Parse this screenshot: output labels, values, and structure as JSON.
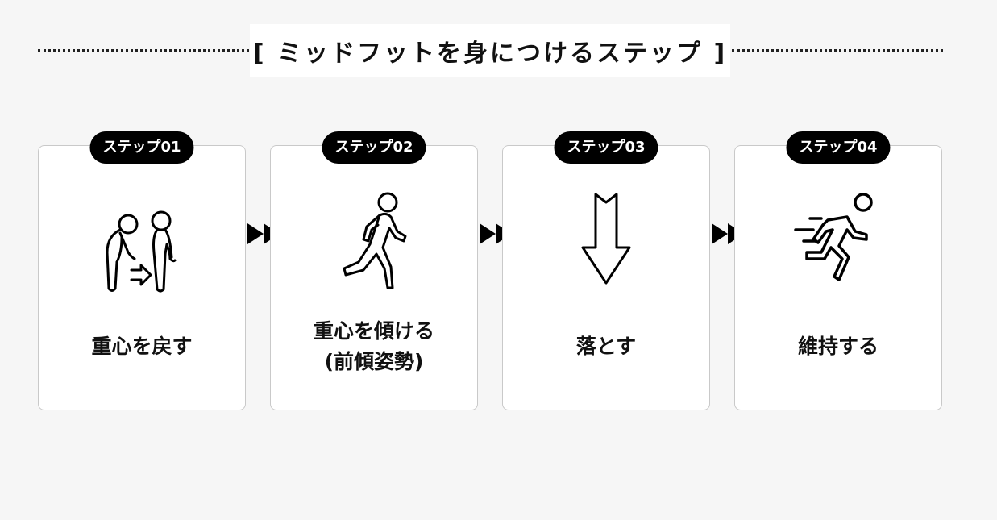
{
  "title": "[ ミッドフットを身につけるステップ ]",
  "steps": [
    {
      "badge": "ステップ01",
      "label_lines": [
        "重心を戻す"
      ],
      "icon": "posture-correction-icon"
    },
    {
      "badge": "ステップ02",
      "label_lines": [
        "重心を傾ける",
        "(前傾姿勢)"
      ],
      "icon": "runner-icon"
    },
    {
      "badge": "ステップ03",
      "label_lines": [
        "落とす"
      ],
      "icon": "down-arrow-icon"
    },
    {
      "badge": "ステップ04",
      "label_lines": [
        "維持する"
      ],
      "icon": "fast-runner-icon"
    }
  ]
}
